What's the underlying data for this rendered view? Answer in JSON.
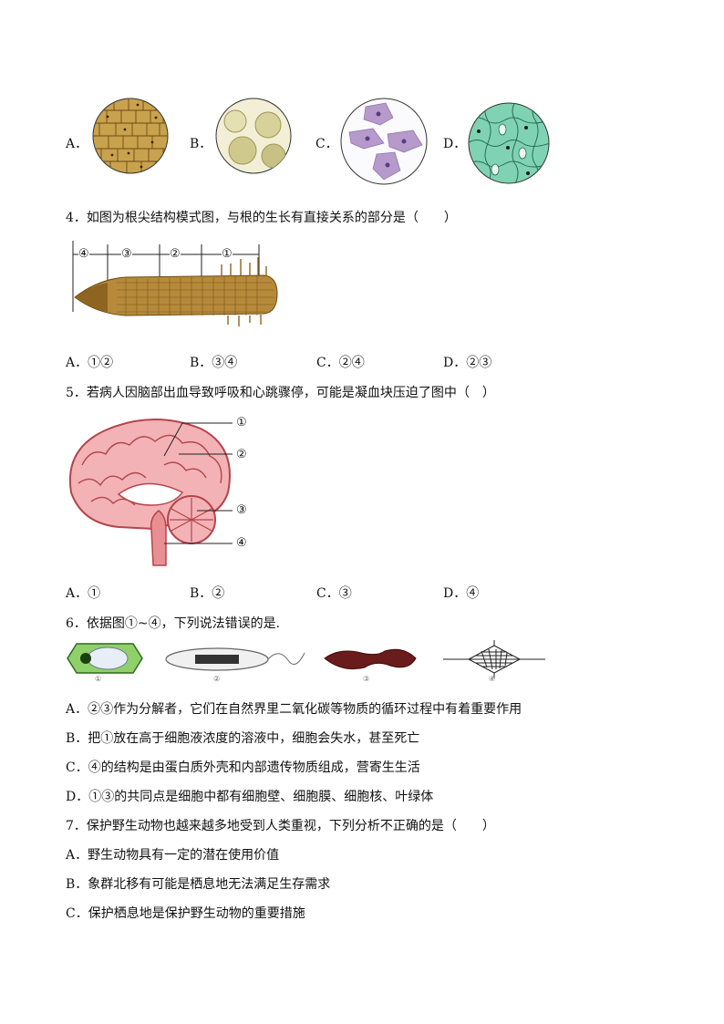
{
  "q3": {
    "options": [
      {
        "letter": "A．"
      },
      {
        "letter": "B．"
      },
      {
        "letter": "C．"
      },
      {
        "letter": "D．"
      }
    ]
  },
  "q4": {
    "stem": "4．如图为根尖结构模式图，与根的生长有直接关系的部分是（　　）",
    "labels": [
      "④",
      "③",
      "②",
      "①"
    ],
    "options": [
      "A．①②",
      "B．③④",
      "C．②④",
      "D．②③"
    ]
  },
  "q5": {
    "stem": "5．若病人因脑部出血导致呼吸和心跳骤停，可能是凝血块压迫了图中（　）",
    "labels": [
      "①",
      "②",
      "③",
      "④"
    ],
    "options": [
      "A．①",
      "B．②",
      "C．③",
      "D．④"
    ]
  },
  "q6": {
    "stem": "6．依据图①~④，下列说法错误的是.",
    "fig_labels": [
      "①",
      "②",
      "③",
      "④"
    ],
    "options": [
      "A．②③作为分解者，它们在自然界里二氧化碳等物质的循环过程中有着重要作用",
      "B．把①放在高于细胞液浓度的溶液中，细胞会失水，甚至死亡",
      "C．④的结构是由蛋白质外壳和内部遗传物质组成，营寄生生活",
      "D．①③的共同点是细胞中都有细胞壁、细胞膜、细胞核、叶绿体"
    ]
  },
  "q7": {
    "stem": "7．保护野生动物也越来越多地受到人类重视，下列分析不正确的是（　　）",
    "options": [
      "A．野生动物具有一定的潜在使用价值",
      "B．象群北移有可能是栖息地无法满足生存需求",
      "C．保护栖息地是保护野生动物的重要措施"
    ]
  }
}
